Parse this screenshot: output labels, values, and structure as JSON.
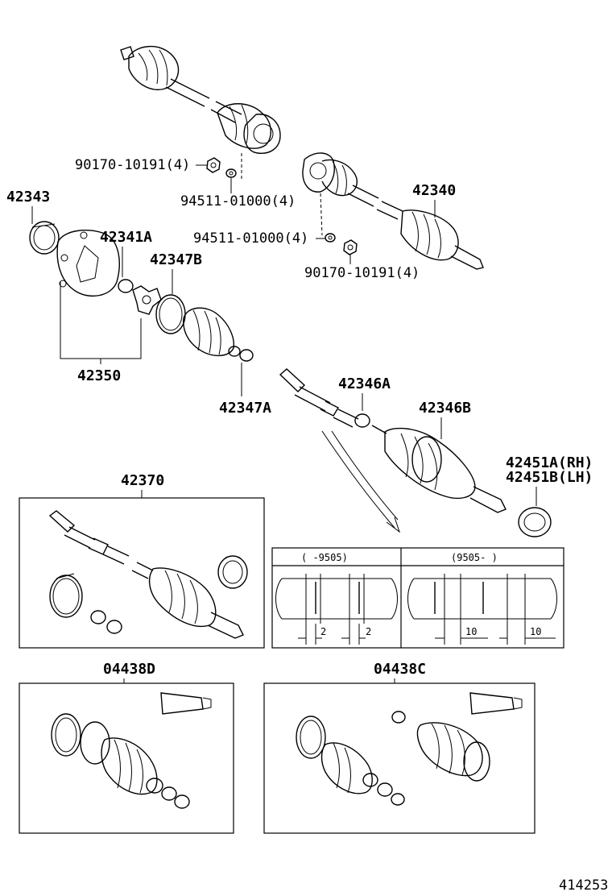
{
  "diagram_number": "414253",
  "labels": {
    "nut_top": "90170-10191(4)",
    "washer_top": "94511-01000(4)",
    "nut_right": "90170-10191(4)",
    "washer_right": "94511-01000(4)",
    "shaft_right": "42340",
    "boot_clamp_outer": "42343",
    "snap_ring": "42341A",
    "boot_clamp_large": "42347B",
    "inboard_joint": "42350",
    "boot_clamp_small": "42347A",
    "clamp_a": "42346A",
    "clamp_b": "42346B",
    "seal_rh": "42451A(RH)",
    "seal_lh": "42451B(LH)",
    "outboard_joint_kit": "42370",
    "boot_kit_d": "04438D",
    "boot_kit_c": "04438C"
  },
  "table": {
    "col1_header": "(   -9505)",
    "col2_header": "(9505-    )",
    "col1_dim_a": "2",
    "col1_dim_b": "2",
    "col2_dim_a": "10",
    "col2_dim_b": "10"
  }
}
